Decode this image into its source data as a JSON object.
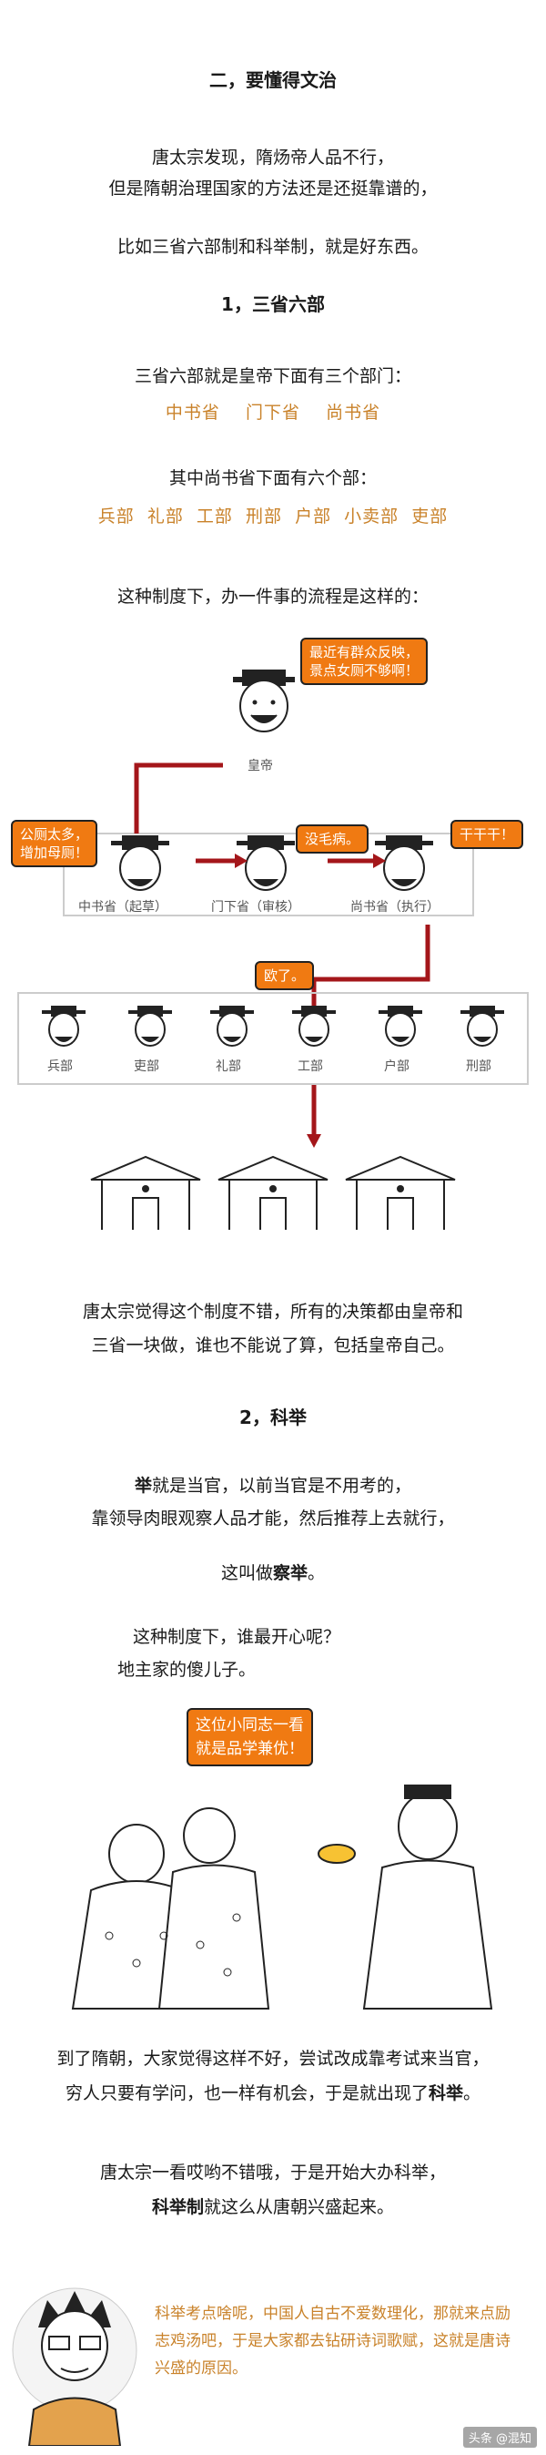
{
  "section2_title": "二，要懂得文治",
  "intro": {
    "line1": "唐太宗发现，隋炀帝人品不行，",
    "line2": "但是隋朝治理国家的方法还是还挺靠谱的，",
    "line3": "比如三省六部制和科举制，就是好东西。"
  },
  "sub1_title": "1，三省六部",
  "sansheng": {
    "line1": "三省六部就是皇帝下面有三个部门：",
    "three": "中书省    门下省    尚书省",
    "line2": "其中尚书省下面有六个部：",
    "six": "兵部  礼部  工部  刑部  户部  小卖部  吏部",
    "line3": "这种制度下，办一件事的流程是这样的："
  },
  "diagram": {
    "emperor_bubble": "最近有群众反映，\n景点女厕不够啊！",
    "emperor_label": "皇帝",
    "zhongshu_bubble": "公厕太多，\n增加母厕！",
    "zhongshu_label": "中书省（起草）",
    "menxia_bubble": "没毛病。",
    "menxia_label": "门下省（审核）",
    "shangshu_bubble": "干干干！",
    "shangshu_label": "尚书省（执行）",
    "gongbu_bubble": "欧了。",
    "ministries": [
      "兵部",
      "吏部",
      "礼部",
      "工部",
      "户部",
      "刑部"
    ]
  },
  "after_diagram": {
    "line1": "唐太宗觉得这个制度不错，所有的决策都由皇帝和",
    "line2": "三省一块做，谁也不能说了算，包括皇帝自己。"
  },
  "sub2_title": "2，科举",
  "keju": {
    "l1_bold": "举",
    "l1_rest": "就是当官，以前当官是不用考的，",
    "l2": "靠领导肉眼观察人品才能，然后推荐上去就行，",
    "l3_pre": "这叫做",
    "l3_bold": "察举",
    "l3_post": "。",
    "l4": "这种制度下，谁最开心呢？",
    "l5": "地主家的傻儿子。",
    "bubble": "这位小同志一看\n就是品学兼优！"
  },
  "sui": {
    "line1": "到了隋朝，大家觉得这样不好，尝试改成靠考试来当官，",
    "line2_pre": "穷人只要有学问，也一样有机会，于是就出现了",
    "line2_bold": "科举",
    "line2_post": "。"
  },
  "tang": {
    "line1": "唐太宗一看哎哟不错哦，于是开始大办科举，",
    "line2_bold": "科举制",
    "line2_rest": "就这么从唐朝兴盛起来。"
  },
  "footer": {
    "text": "科举考点啥呢，中国人自古不爱数理化，那就来点励志鸡汤吧，于是大家都去钻研诗词歌赋，这就是唐诗兴盛的原因。",
    "watermark": "头条 @混知"
  }
}
